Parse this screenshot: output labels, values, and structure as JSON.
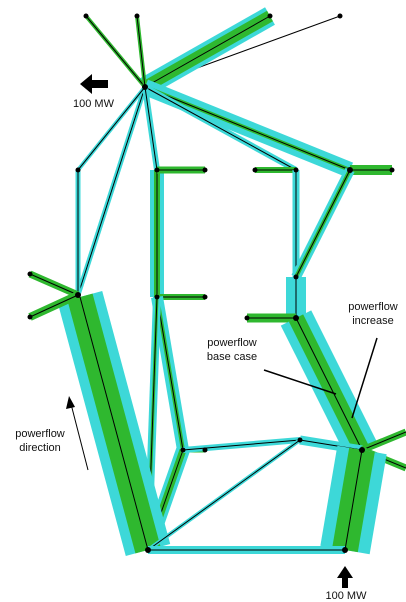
{
  "labels": {
    "top_injection": "100 MW",
    "bottom_injection": "100 MW",
    "base_case_line1": "powerflow",
    "base_case_line2": "base case",
    "increase_line1": "powerflow",
    "increase_line2": "increase",
    "direction_line1": "powerflow",
    "direction_line2": "direction"
  },
  "colors": {
    "base_flow": "#3dd8d8",
    "flow_increase": "#2fb82f",
    "line": "#000000",
    "bus": "#000000",
    "arrow": "#000000"
  }
}
